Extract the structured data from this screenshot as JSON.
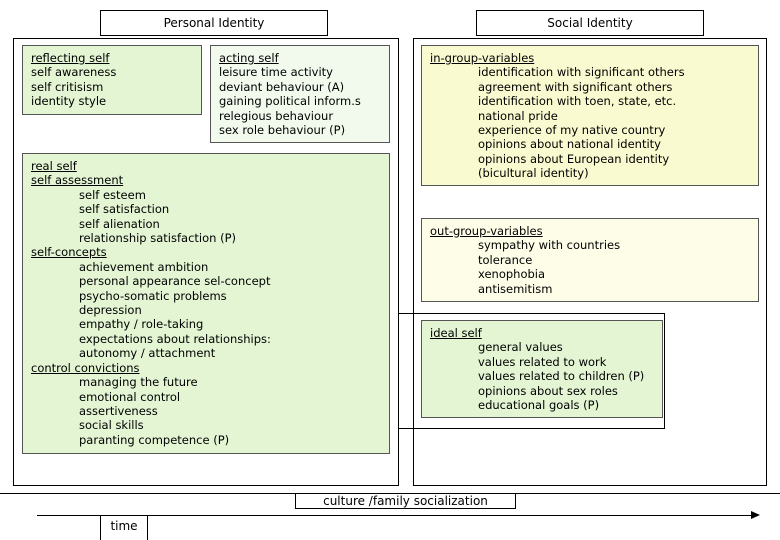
{
  "headers": {
    "personal": "Personal Identity",
    "social": "Social Identity"
  },
  "reflecting_self": {
    "title": "reflecting self",
    "items": [
      "self awareness",
      "self critisism",
      "identity style"
    ]
  },
  "acting_self": {
    "title": "acting self",
    "items": [
      "leisure time activity",
      "deviant behaviour (A)",
      "gaining political inform.s",
      "relegious behaviour",
      "sex role behaviour (P)"
    ]
  },
  "real_self": {
    "title": "real self",
    "sections": [
      {
        "title": "self assessment",
        "items": [
          "self esteem",
          "self satisfaction",
          "self alienation",
          "relationship satisfaction (P)"
        ]
      },
      {
        "title": "self-concepts",
        "items": [
          "achievement ambition",
          "personal appearance sel-concept",
          "psycho-somatic problems",
          "depression",
          "empathy / role-taking",
          "expectations about relationships:",
          "autonomy / attachment"
        ]
      },
      {
        "title": "control convictions",
        "items": [
          "managing the future",
          "emotional control",
          "assertiveness",
          "social skills",
          "paranting competence (P)"
        ]
      }
    ]
  },
  "in_group": {
    "title": "in-group-variables",
    "items": [
      "identification with significant others",
      "agreement  with significant others",
      "identification with toen, state, etc.",
      "national pride",
      "experience of my native country",
      "opinions about national identity",
      "opinions about European identity",
      "(bicultural identity)"
    ]
  },
  "out_group": {
    "title": "out-group-variables",
    "items": [
      "sympathy with countries",
      "tolerance",
      "xenophobia",
      "antisemitism"
    ]
  },
  "ideal_self": {
    "title": "ideal self",
    "items": [
      "general values",
      "values  related to work",
      "values related to children (P)",
      "opinions about sex roles",
      "educational goals (P)"
    ]
  },
  "bottom": {
    "culture_label": "culture /family socialization",
    "time_label": "time"
  }
}
